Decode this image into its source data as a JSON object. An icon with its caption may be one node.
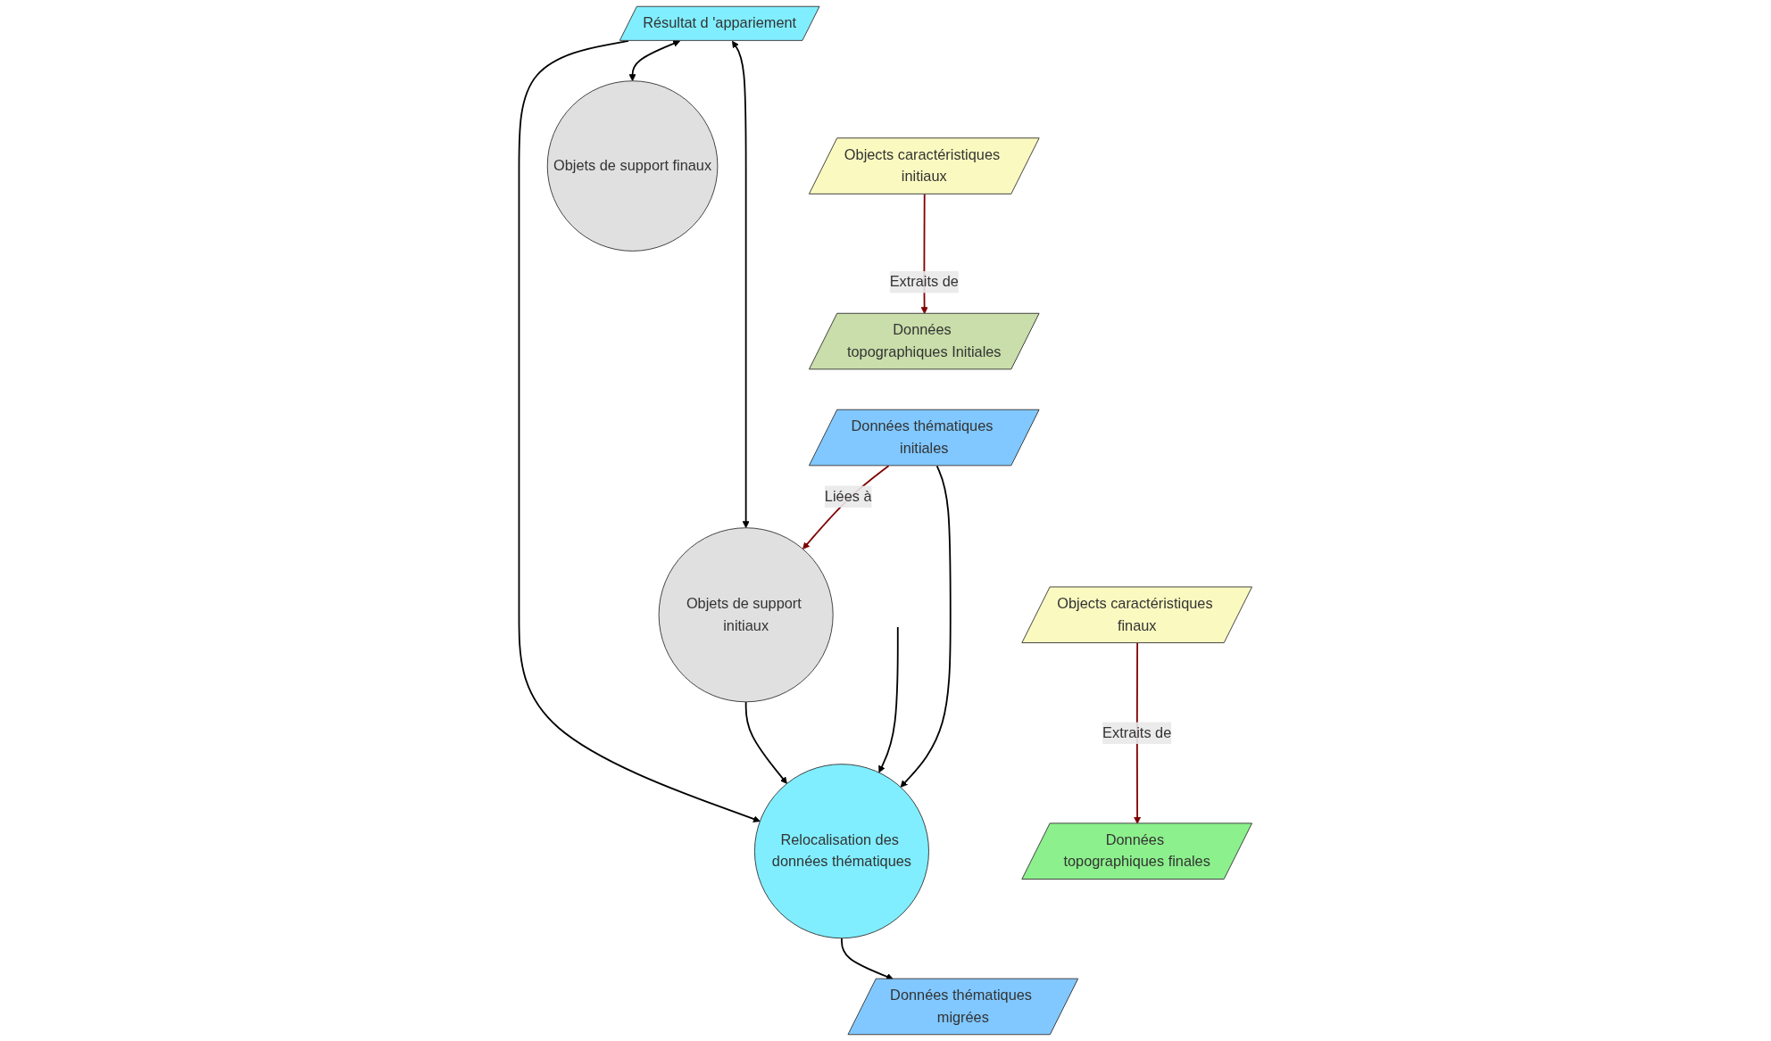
{
  "diagram": {
    "nodes": [
      {
        "text": [
          "Résultat d 'appariement"
        ]
      },
      {
        "text": [
          "Objets de support initiaux"
        ]
      },
      {
        "text": [
          "Données topographiques Initiales"
        ]
      },
      {
        "text": [
          "Objects caractéristiques initiaux"
        ]
      },
      {
        "text": [
          "Données topographiques finales"
        ]
      },
      {
        "text": [
          "Objects caractéristiques finaux"
        ]
      },
      {
        "text": [
          "Objets de support finaux"
        ]
      },
      {
        "text": [
          "Données thématiques initiales"
        ]
      },
      {
        "text": [
          "Relocalisation des données thématiques"
        ]
      },
      {
        "text": [
          "Données thématiques migrées"
        ]
      }
    ],
    "edges": [
      {
        "from": 0,
        "to": 1,
        "arrow": "both"
      },
      {
        "from": 0,
        "to": 6,
        "arrow": "both"
      },
      {
        "from": 3,
        "to": 2,
        "arrow": "to",
        "label": "Extraits de",
        "color": "#800000"
      },
      {
        "from": 5,
        "to": 4,
        "arrow": "to",
        "label": "Extraits de",
        "color": "#800000"
      },
      {
        "from": 7,
        "to": 1,
        "arrow": "to",
        "label": "Liées à",
        "color": "#800000"
      },
      {
        "from": 0,
        "to": 8,
        "arrow": "to"
      },
      {
        "from": 1,
        "to": 8,
        "arrow": "to"
      },
      {
        "from": null,
        "to": 8,
        "arrow": "to"
      },
      {
        "from": 7,
        "to": 8,
        "arrow": "to"
      },
      {
        "from": 8,
        "to": 9,
        "arrow": "to"
      }
    ]
  }
}
